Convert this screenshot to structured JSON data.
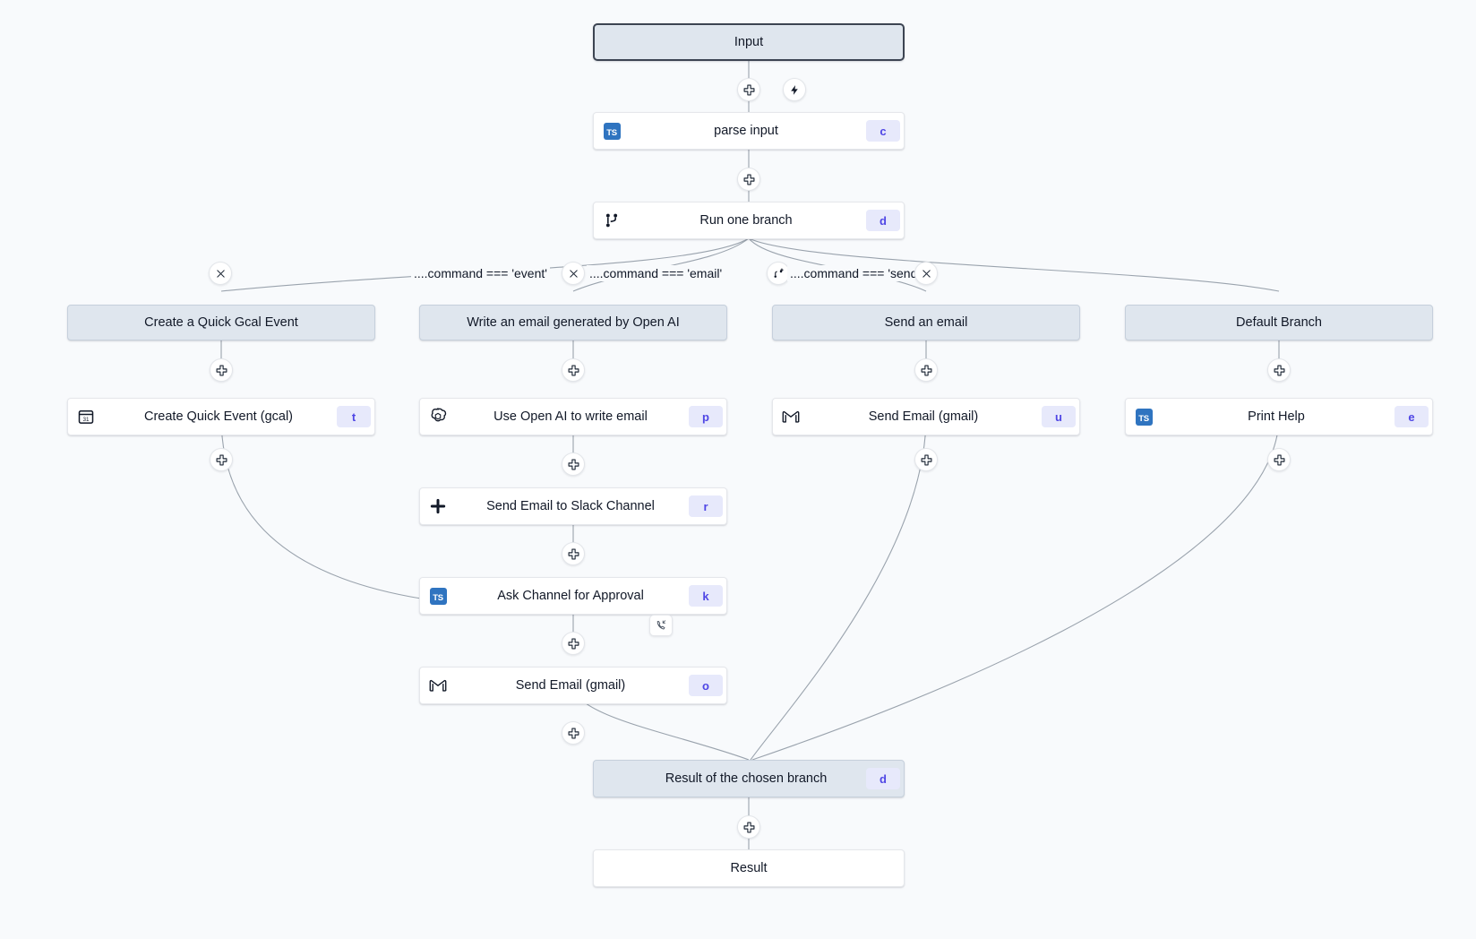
{
  "canvas": {
    "background": "#f8fafc",
    "accent_kbd_bg": "#e7e9fb",
    "accent_kbd_fg": "#4f46e5",
    "node_grey": "#dfe6ee",
    "edge_color": "#9aa3ad"
  },
  "nodes": {
    "input": {
      "label": "Input",
      "kbd": ""
    },
    "parse_input": {
      "label": "parse input",
      "kbd": "c",
      "icon": "typescript-icon"
    },
    "run_one_branch": {
      "label": "Run one branch",
      "kbd": "d",
      "icon": "git-branch-icon"
    },
    "branch_event": {
      "label": "Create a Quick Gcal Event"
    },
    "branch_email": {
      "label": "Write an email generated by Open AI"
    },
    "branch_send": {
      "label": "Send an email"
    },
    "branch_default": {
      "label": "Default Branch"
    },
    "create_quick_event": {
      "label": "Create Quick Event (gcal)",
      "kbd": "t",
      "icon": "google-calendar-icon"
    },
    "use_openai": {
      "label": "Use Open AI to write email",
      "kbd": "p",
      "icon": "openai-icon"
    },
    "send_email_gmail_u": {
      "label": "Send Email (gmail)",
      "kbd": "u",
      "icon": "gmail-icon"
    },
    "print_help": {
      "label": "Print Help",
      "kbd": "e",
      "icon": "typescript-icon"
    },
    "send_email_slack": {
      "label": "Send Email to Slack Channel",
      "kbd": "r",
      "icon": "slack-icon"
    },
    "ask_approval": {
      "label": "Ask Channel for Approval",
      "kbd": "k",
      "icon": "typescript-icon",
      "badge": "suspend-resume-icon"
    },
    "send_email_gmail_o": {
      "label": "Send Email (gmail)",
      "kbd": "o",
      "icon": "gmail-icon"
    },
    "result_chosen_branch": {
      "label": "Result of the chosen branch",
      "kbd": "d"
    },
    "result": {
      "label": "Result",
      "kbd": ""
    }
  },
  "conditions": [
    {
      "text": "....command === 'event'"
    },
    {
      "text": "....command === 'email'"
    },
    {
      "text": "....command === 'send'"
    }
  ],
  "controls": {
    "add_label": "+",
    "trigger_label": "trigger",
    "remove_label": "remove-branch",
    "add_branch_label": "add-branch"
  }
}
